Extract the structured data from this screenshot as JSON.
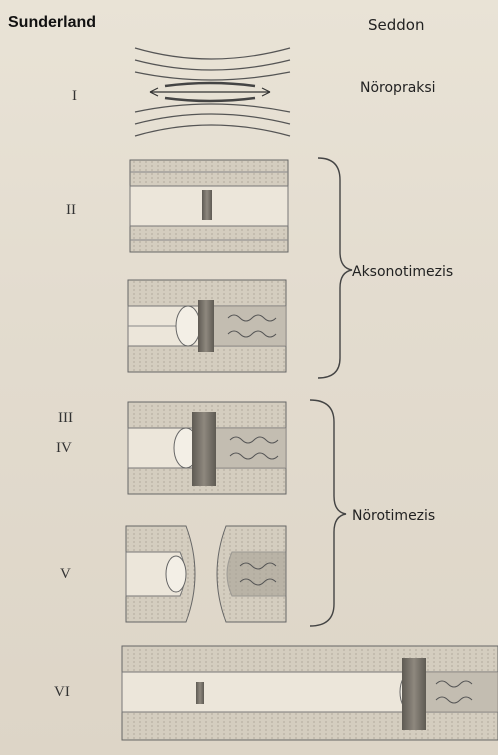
{
  "header": {
    "left": "Sunderland",
    "right": "Seddon"
  },
  "grades": {
    "g1": "I",
    "g2": "II",
    "g3": "III",
    "g4": "IV",
    "g5": "V",
    "g6": "VI"
  },
  "labels": {
    "neuropraxia": "Nöropraksi",
    "axonotmesis": "Aksonotimezis",
    "neurotmesis": "Nörotimezis"
  }
}
